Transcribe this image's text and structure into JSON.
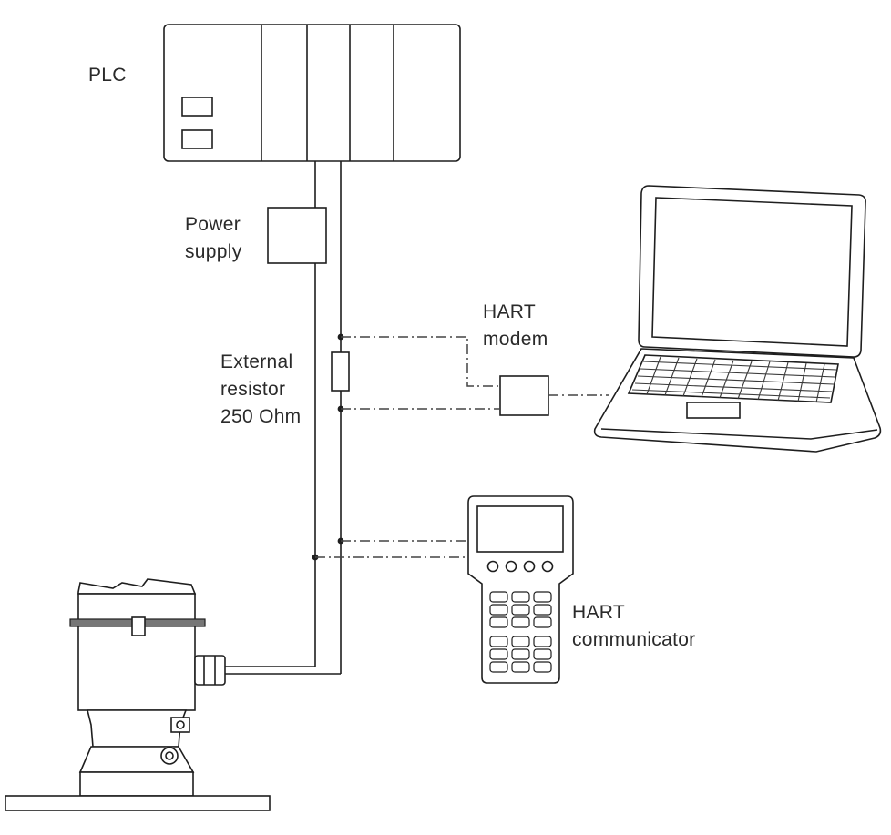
{
  "labels": {
    "plc": "PLC",
    "power_supply": [
      "Power",
      "supply"
    ],
    "external_resistor": [
      "External",
      "resistor",
      "250 Ohm"
    ],
    "hart_modem": [
      "HART",
      "modem"
    ],
    "hart_communicator": [
      "HART",
      "communicator"
    ]
  },
  "colors": {
    "line": "#1e1e1e",
    "dashed_line": "#444444",
    "text": "#2a2a2a",
    "keyboard_keys": "#3a3a3a",
    "gray_band": "#777777"
  }
}
